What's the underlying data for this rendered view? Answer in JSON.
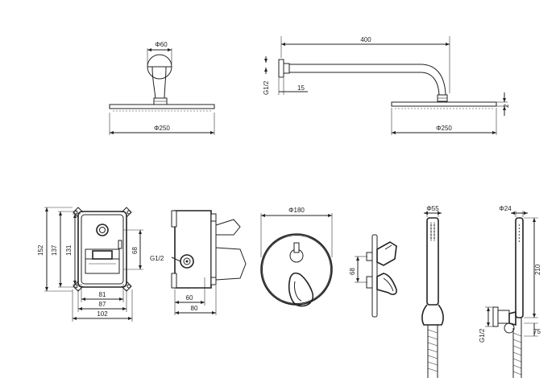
{
  "labels": {
    "phi60": "Φ60",
    "phi250_left": "Φ250",
    "len400": "400",
    "g12_top": "G1/2",
    "len15": "15",
    "len2": "2",
    "phi250_right": "Φ250",
    "h152": "152",
    "h137": "137",
    "h131": "131",
    "h68_box": "68",
    "w81": "81",
    "w87": "87",
    "w102": "102",
    "g12_side": "G1/2",
    "w60": "60",
    "w80": "80",
    "phi180": "Φ180",
    "h68_lever": "68",
    "phi55": "Φ55",
    "phi24": "Φ24",
    "h210": "210",
    "g12_holder": "G1/2",
    "h75": "75"
  },
  "colors": {
    "line": "#222222",
    "background": "#ffffff"
  }
}
